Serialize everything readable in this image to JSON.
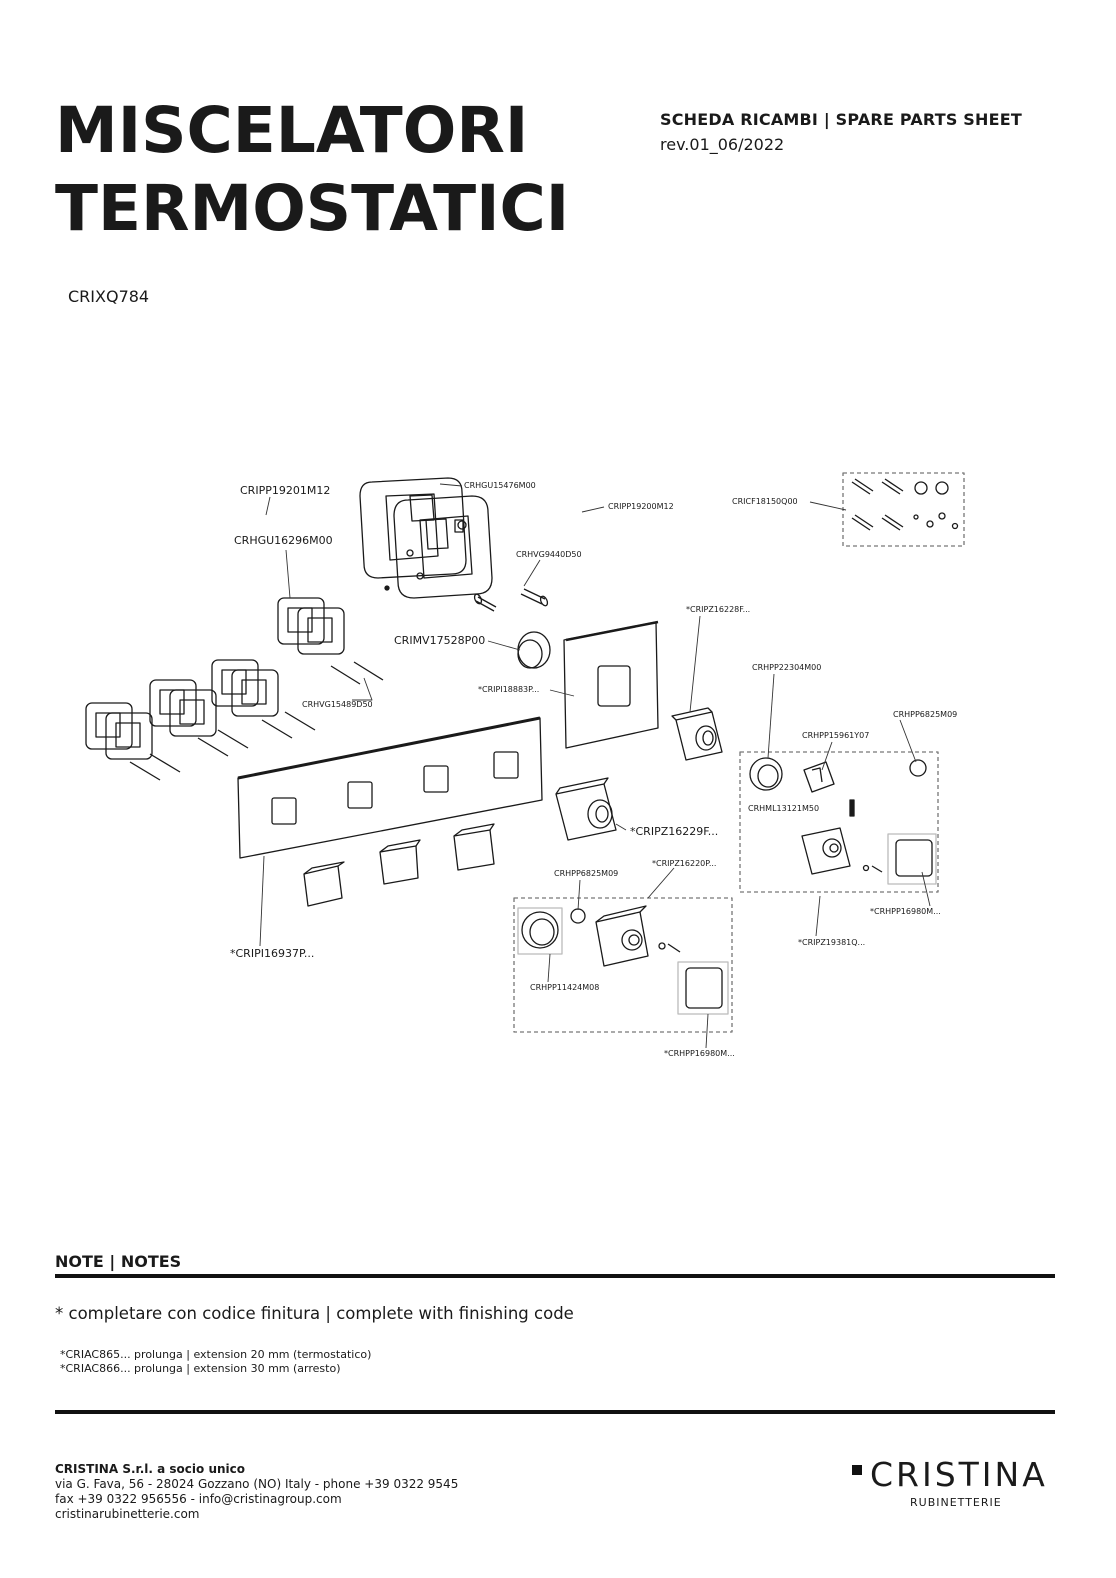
{
  "header": {
    "title_line1": "MISCELATORI",
    "title_line2": "TERMOSTATICI",
    "sheet_label": "SCHEDA RICAMBI | SPARE PARTS SHEET",
    "revision": "rev.01_06/2022",
    "model_code": "CRIXQ784"
  },
  "diagram": {
    "labels": {
      "cripp19201m12": "CRIPP19201M12",
      "crhgu16296m00": "CRHGU16296M00",
      "crhgu15476m00": "CRHGU15476M00",
      "cripp19200m12": "CRIPP19200M12",
      "cricf18150q00": "CRICF18150Q00",
      "crhvg9440d50": "CRHVG9440D50",
      "cripz16228f": "*CRIPZ16228F...",
      "crimv17528p00": "CRIMV17528P00",
      "cripi18883p": "*CRIPI18883P...",
      "crhvg15489d50": "CRHVG15489D50",
      "crhpp22304m00": "CRHPP22304M00",
      "crhpp6825m09_right": "CRHPP6825M09",
      "crhpp15961y07": "CRHPP15961Y07",
      "crhml13121m50": "CRHML13121M50",
      "cripz16229f": "*CRIPZ16229F...",
      "cripz16220p": "*CRIPZ16220P...",
      "crhpp6825m09_left": "CRHPP6825M09",
      "crhpp16980m_right": "*CRHPP16980M...",
      "cripz19381q": "*CRIPZ19381Q...",
      "cripi16937p": "*CRIPI16937P...",
      "crhpp11424m08": "CRHPP11424M08",
      "crhpp16980m_bottom": "*CRHPP16980M..."
    }
  },
  "notes": {
    "heading": "NOTE | NOTES",
    "main": "* completare con codice finitura   | complete with finishing code",
    "items": [
      "*CRIAC865... prolunga | extension 20 mm (termostatico)",
      "*CRIAC866... prolunga | extension 30 mm (arresto)"
    ]
  },
  "footer": {
    "company": "CRISTINA S.r.l. a socio unico",
    "address": "via G. Fava, 56 - 28024 Gozzano (NO) Italy - phone +39 0322 9545",
    "contact": "fax +39 0322 956556 - info@cristinagroup.com",
    "website": "cristinarubinetterie.com"
  },
  "logo": {
    "wordmark": "CRISTINA",
    "sub": "RUBINETTERIE"
  }
}
